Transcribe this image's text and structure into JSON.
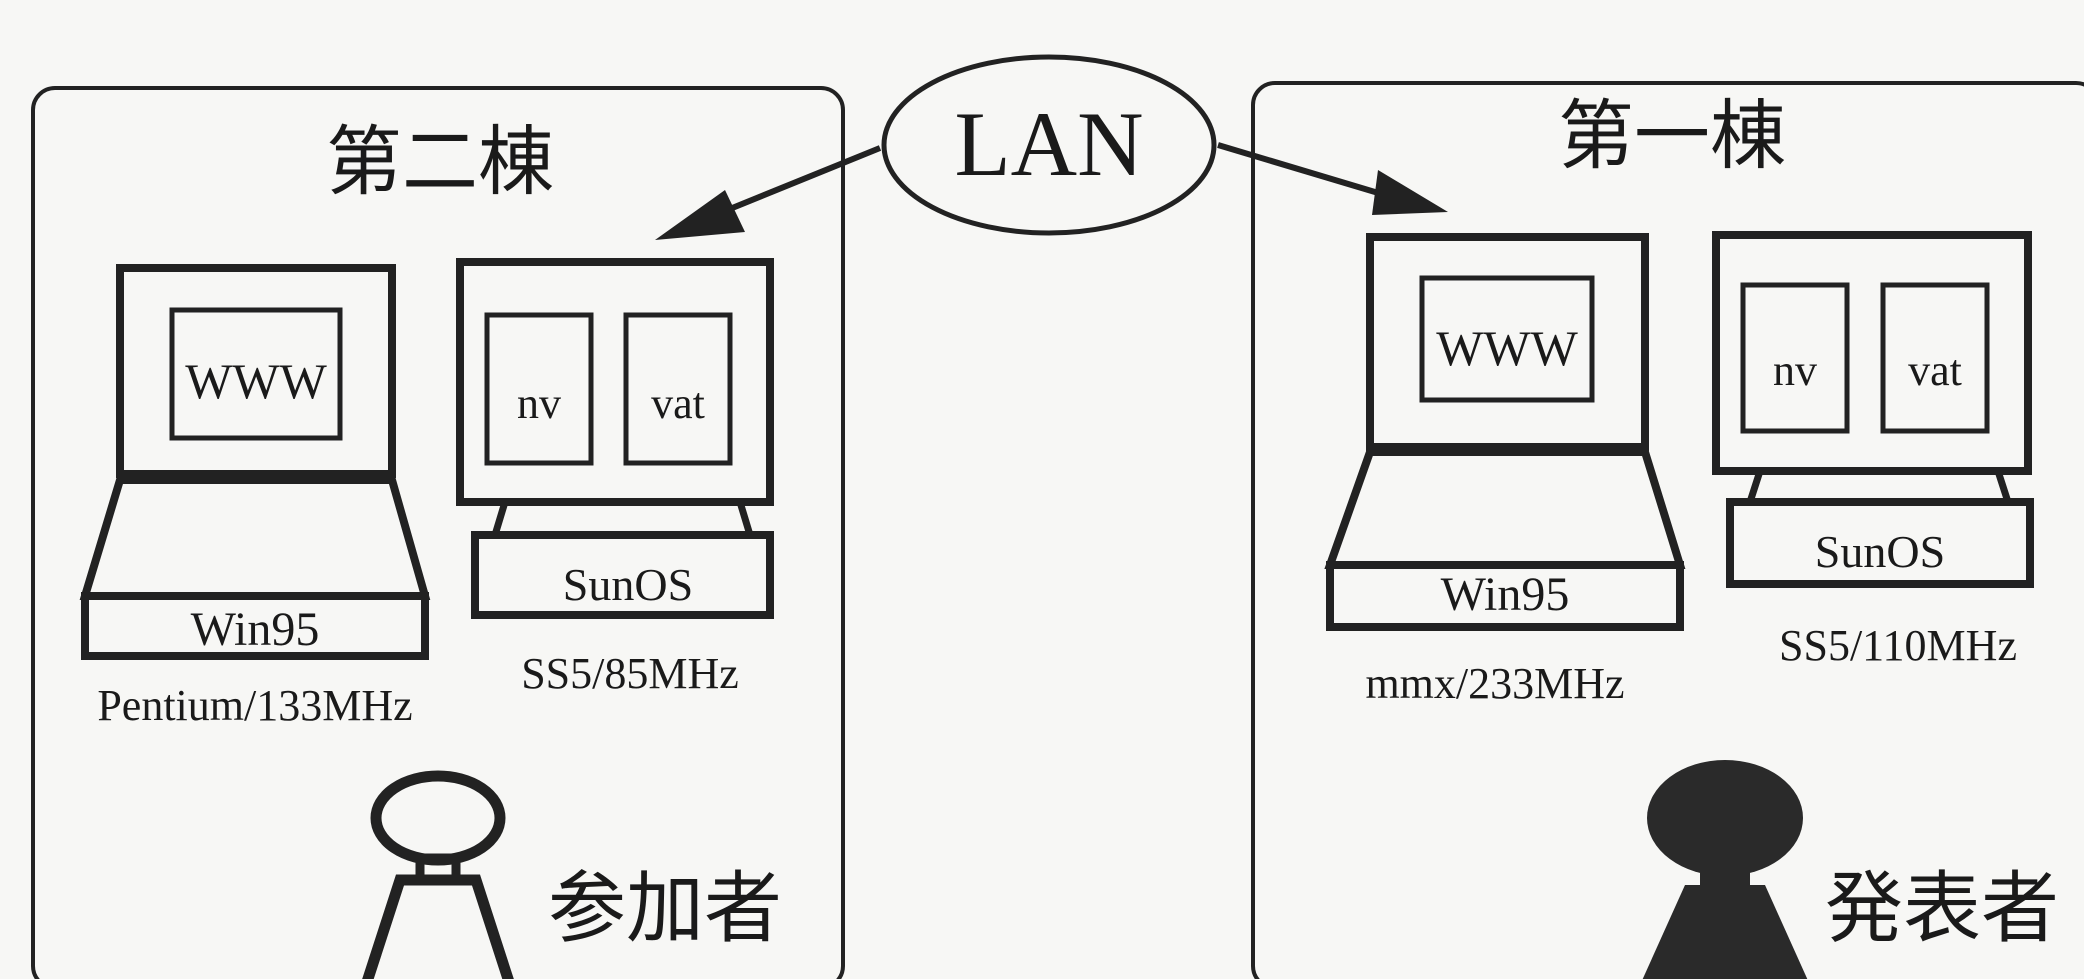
{
  "network": {
    "label": "LAN"
  },
  "building_left": {
    "title": "第二棟",
    "role": "参加者",
    "laptop": {
      "screen_text": "WWW",
      "os": "Win95",
      "spec": "Pentium/133MHz"
    },
    "workstation": {
      "panel_left": "nv",
      "panel_right": "vat",
      "os": "SunOS",
      "spec": "SS5/85MHz"
    }
  },
  "building_right": {
    "title": "第一棟",
    "role": "発表者",
    "laptop": {
      "screen_text": "WWW",
      "os": "Win95",
      "spec": "mmx/233MHz"
    },
    "workstation": {
      "panel_left": "nv",
      "panel_right": "vat",
      "os": "SunOS",
      "spec": "SS5/110MHz"
    }
  }
}
